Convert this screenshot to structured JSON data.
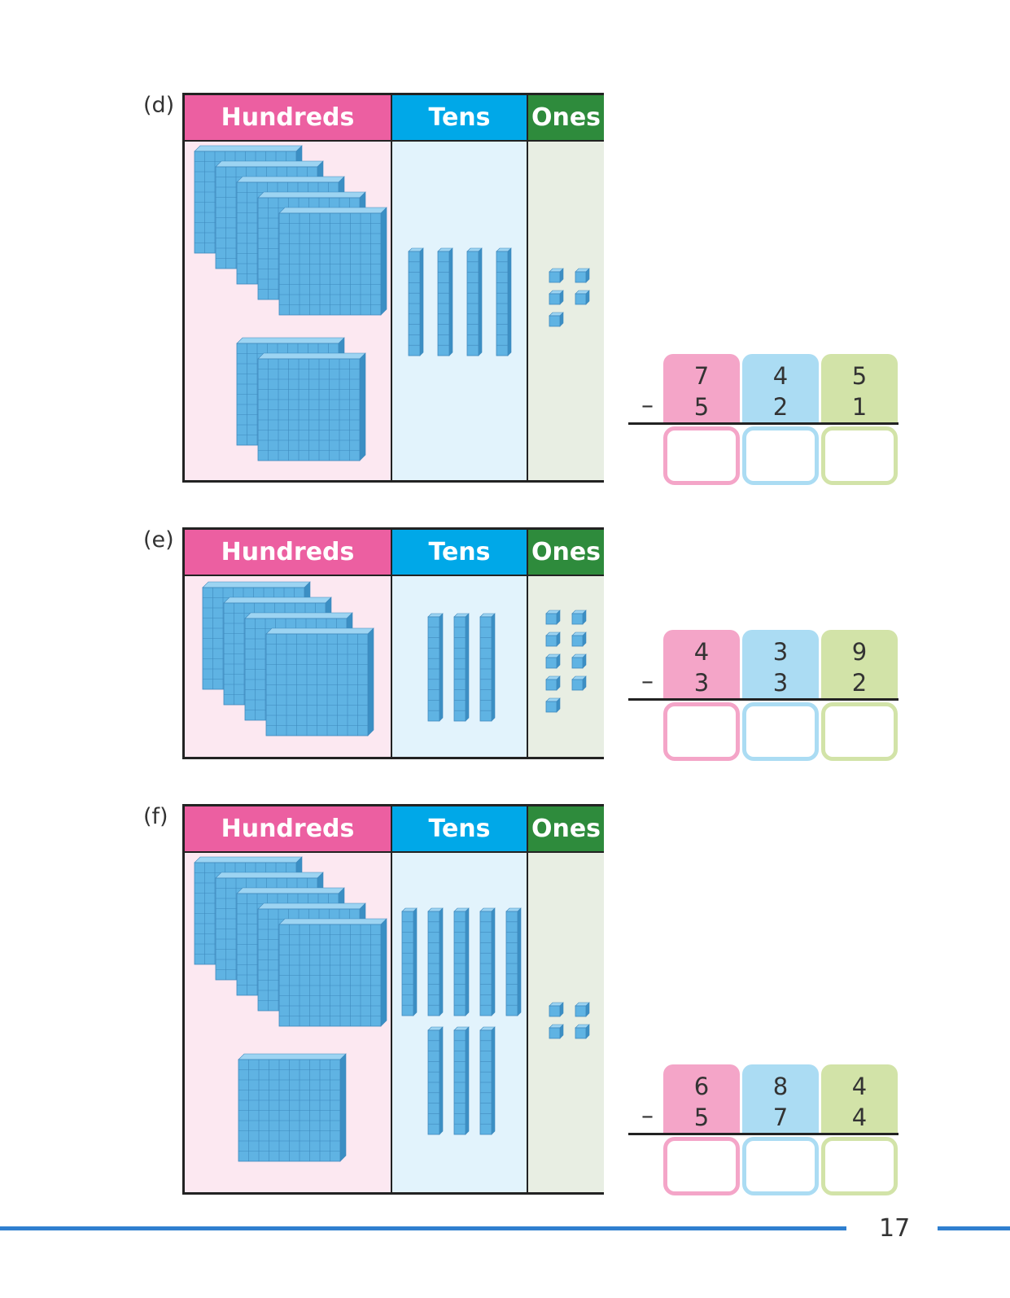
{
  "page_number": "17",
  "headers": {
    "hundreds": "Hundreds",
    "tens": "Tens",
    "ones": "Ones"
  },
  "colors": {
    "hundreds": "#ec5fa1",
    "tens": "#00a8e8",
    "ones": "#2e8b3c",
    "block": "#5fb3e3"
  },
  "problems": [
    {
      "label": "(d)",
      "blocks": {
        "hundreds": 7,
        "tens": 4,
        "ones": 5
      },
      "top": [
        "7",
        "4",
        "5"
      ],
      "bottom": [
        "5",
        "2",
        "1"
      ],
      "operator": "–"
    },
    {
      "label": "(e)",
      "blocks": {
        "hundreds": 4,
        "tens": 3,
        "ones": 9
      },
      "top": [
        "4",
        "3",
        "9"
      ],
      "bottom": [
        "3",
        "3",
        "2"
      ],
      "operator": "–"
    },
    {
      "label": "(f)",
      "blocks": {
        "hundreds": 6,
        "tens": 8,
        "ones": 4
      },
      "top": [
        "6",
        "8",
        "4"
      ],
      "bottom": [
        "5",
        "7",
        "4"
      ],
      "operator": "–"
    }
  ]
}
